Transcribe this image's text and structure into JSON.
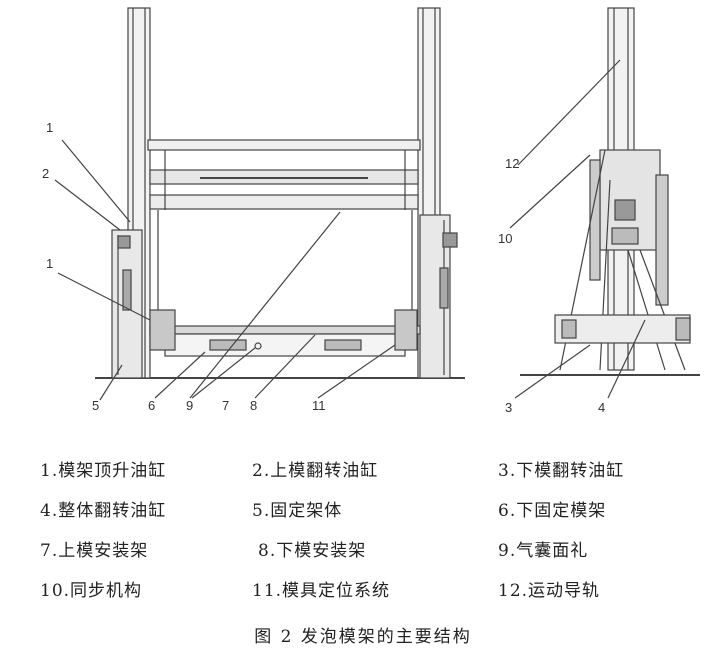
{
  "callouts": {
    "front": [
      "1",
      "2",
      "1",
      "5",
      "6",
      "9",
      "7",
      "8",
      "11"
    ],
    "side": [
      "12",
      "10",
      "3",
      "4"
    ]
  },
  "legend": [
    "1.模架顶升油缸",
    "2.上模翻转油缸",
    "3.下模翻转油缸",
    "4.整体翻转油缸",
    "5.固定架体",
    "6.下固定模架",
    "7.上模安装架",
    "8.下模安装架",
    "9.气囊面礼",
    "10.同步机构",
    "11.模具定位系统",
    "12.运动导轨"
  ],
  "caption": "图 2    发泡模架的主要结构"
}
